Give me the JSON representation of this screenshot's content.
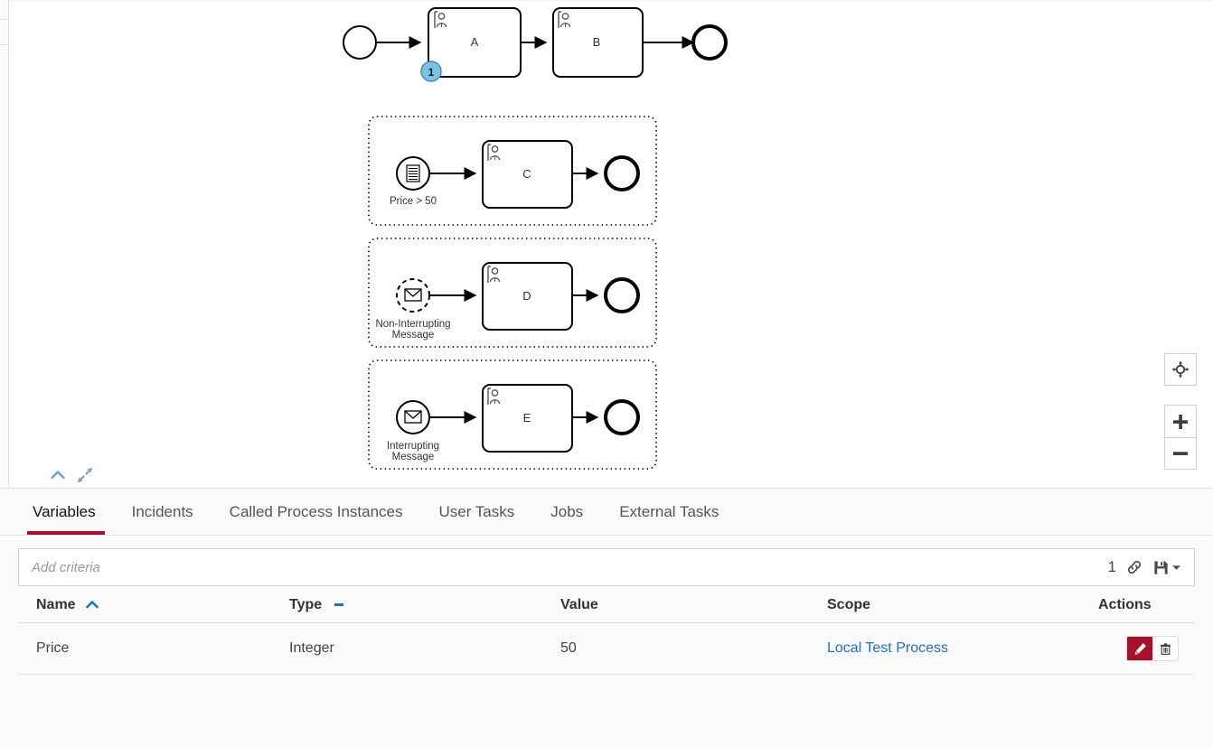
{
  "diagram": {
    "name": "bpmn-process-diagram",
    "main_flow": {
      "start_event": "start-event",
      "tasks": [
        {
          "id": "task-a",
          "label": "A",
          "type": "user-task",
          "badge": "1"
        },
        {
          "id": "task-b",
          "label": "B",
          "type": "user-task",
          "badge": null
        }
      ],
      "end_event": "end-event"
    },
    "event_subprocesses": [
      {
        "id": "event-subprocess-c",
        "start_event_type": "conditional-start-event",
        "start_event_label": "Price > 50",
        "task_label": "C",
        "task_type": "user-task"
      },
      {
        "id": "event-subprocess-d",
        "start_event_type": "message-start-event-non-interrupting",
        "start_event_label": "Non-Interrupting\nMessage",
        "start_event_label_line1": "Non-Interrupting",
        "start_event_label_line2": "Message",
        "task_label": "D",
        "task_type": "user-task"
      },
      {
        "id": "event-subprocess-e",
        "start_event_type": "message-start-event-interrupting",
        "start_event_label": "Interrupting\nMessage",
        "start_event_label_line1": "Interrupting",
        "start_event_label_line2": "Message",
        "task_label": "E",
        "task_type": "user-task"
      }
    ],
    "controls": {
      "reset_zoom": "reset-zoom-icon",
      "zoom_in": "plus-icon",
      "zoom_out": "minus-icon",
      "collapse": "chevron-up-icon",
      "expand": "expand-diagonal-icon"
    },
    "badge_color": "#7cc3e0",
    "badge_border_color": "#3f8fb5"
  },
  "bottom_panel": {
    "tabs": [
      {
        "label": "Variables",
        "active": true
      },
      {
        "label": "Incidents",
        "active": false
      },
      {
        "label": "Called Process Instances",
        "active": false
      },
      {
        "label": "User Tasks",
        "active": false
      },
      {
        "label": "Jobs",
        "active": false
      },
      {
        "label": "External Tasks",
        "active": false
      }
    ],
    "active_tab_color": "#a4122c",
    "search": {
      "placeholder": "Add criteria",
      "value": "",
      "count": "1",
      "link_icon": "chain-link-icon",
      "save_icon": "floppy-save-icon",
      "save_dropdown_icon": "chevron-down-icon"
    },
    "table": {
      "columns": [
        {
          "label": "Name",
          "sort": "ascending",
          "sort_icon": "chevron-up-icon"
        },
        {
          "label": "Type",
          "sort": "none",
          "sort_icon": "dash-icon"
        },
        {
          "label": "Value",
          "sort": null,
          "sort_icon": null
        },
        {
          "label": "Scope",
          "sort": null,
          "sort_icon": null
        },
        {
          "label": "Actions",
          "sort": null,
          "sort_icon": null
        }
      ],
      "rows": [
        {
          "name": "Price",
          "type": "Integer",
          "value": "50",
          "scope": "Local Test Process",
          "scope_is_link": true,
          "actions": {
            "edit_icon": "pencil-edit-icon",
            "delete_icon": "trash-delete-icon"
          }
        }
      ]
    },
    "colors": {
      "link": "#1f6fc4",
      "sort_indicator": "#1f6fc4",
      "edit_button_bg": "#a4122c"
    }
  }
}
